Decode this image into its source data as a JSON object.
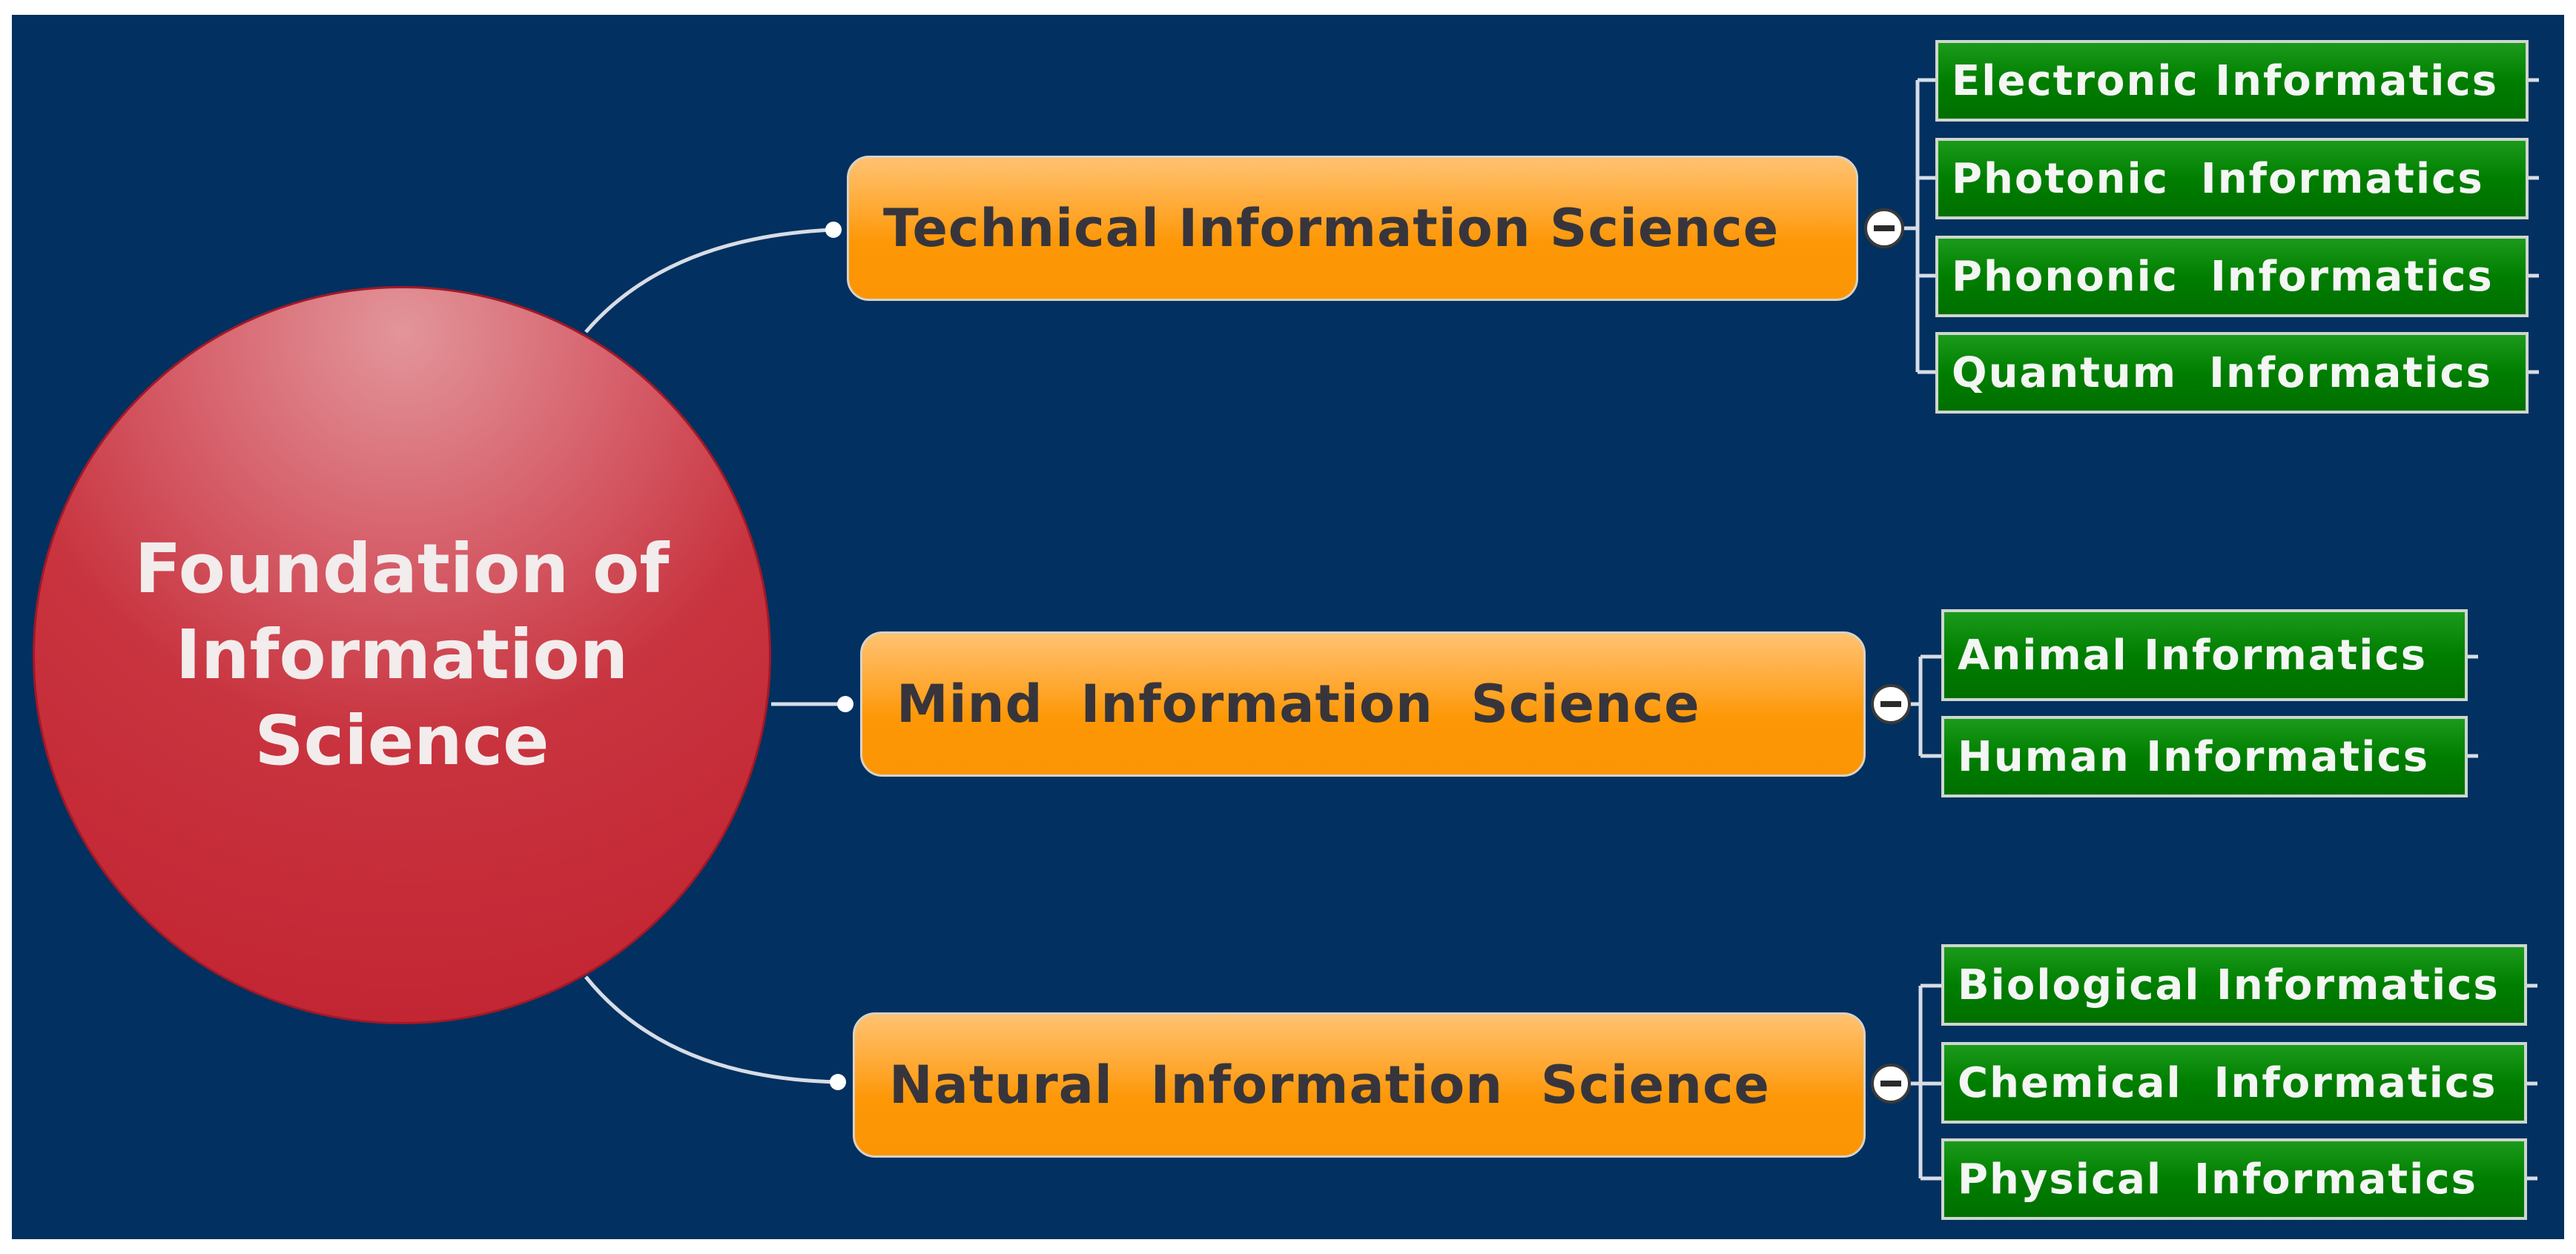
{
  "colors": {
    "background": "#023060",
    "root_fill": "#c1212f",
    "branch_fill": "#fb9503",
    "leaf_fill": "#007e00",
    "connector": "#d7dde6"
  },
  "root": {
    "label": "Foundation of Information Science"
  },
  "branches": [
    {
      "id": "technical",
      "label": "Technical Information Science",
      "toggle_icon": "collapse-minus-icon",
      "leaves": [
        "Electronic Informatics",
        "Photonic  Informatics",
        "Phononic  Informatics",
        "Quantum  Informatics"
      ]
    },
    {
      "id": "mind",
      "label": "Mind  Information  Science",
      "toggle_icon": "collapse-minus-icon",
      "leaves": [
        "Animal Informatics",
        "Human Informatics"
      ]
    },
    {
      "id": "natural",
      "label": "Natural  Information  Science",
      "toggle_icon": "collapse-minus-icon",
      "leaves": [
        "Biological Informatics",
        "Chemical  Informatics",
        "Physical  Informatics"
      ]
    }
  ]
}
